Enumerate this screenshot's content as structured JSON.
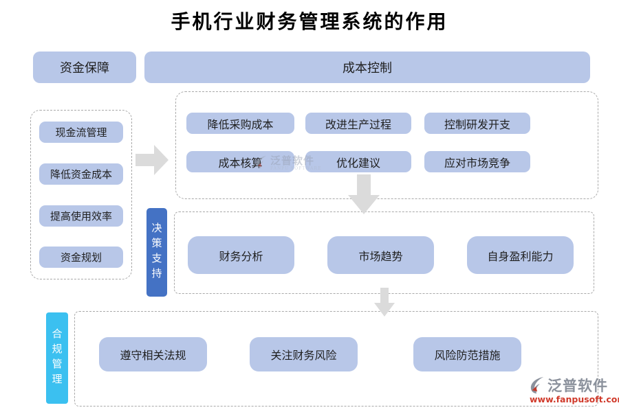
{
  "title": "手机行业财务管理系统的作用",
  "header": {
    "funding": "资金保障",
    "cost_control": "成本控制"
  },
  "funding_items": [
    "现金流管理",
    "降低资金成本",
    "提高使用效率",
    "资金规划"
  ],
  "cost_items": [
    "降低采购成本",
    "改进生产过程",
    "控制研发开支",
    "成本核算",
    "优化建议",
    "应对市场竞争"
  ],
  "decision": {
    "label": "决策支持",
    "items": [
      "财务分析",
      "市场趋势",
      "自身盈利能力"
    ]
  },
  "compliance": {
    "label": "合规管理",
    "items": [
      "遵守相关法规",
      "关注财务风险",
      "风险防范措施"
    ]
  },
  "watermark": {
    "brand": "泛普软件",
    "subtitle": "FANPU SOFTWARE"
  },
  "logo": {
    "brand": "泛普软件",
    "website": "www.fanpusoft.com"
  },
  "colors": {
    "node_fill": "#B8C7E8",
    "decision_fill": "#4472C4",
    "compliance_fill": "#3BC0F0",
    "arrow": "#DBDBDB",
    "title": "#000000",
    "logo_gray": "#8B919C",
    "logo_red": "#D03A2B"
  }
}
